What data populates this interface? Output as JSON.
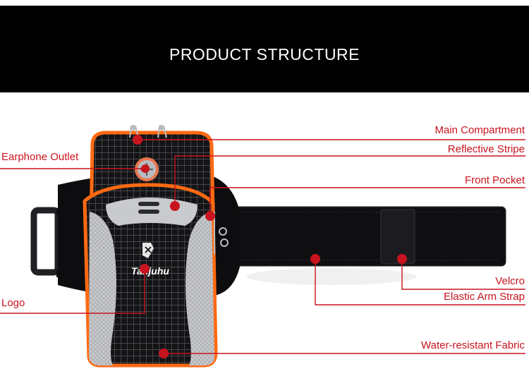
{
  "header": {
    "title": "PRODUCT STRUCTURE",
    "background": "#000000",
    "text_color": "#ffffff"
  },
  "product": {
    "brand_logo_text": "Tanjuhu",
    "colors": {
      "callout_red": "#c8141e",
      "bag_black": "#141416",
      "trim_orange": "#ff6a13",
      "panel_gray": "#c9cacd"
    }
  },
  "callouts": {
    "main_compartment": "Main Compartment",
    "reflective_stripe": "Reflective Stripe",
    "front_pocket": "Front Pocket",
    "velcro": "Velcro",
    "elastic_arm_strap": "Elastic Arm Strap",
    "water_resistant_fabric": "Water-resistant Fabric",
    "earphone_outlet": "Earphone Outlet",
    "logo": "Logo"
  }
}
